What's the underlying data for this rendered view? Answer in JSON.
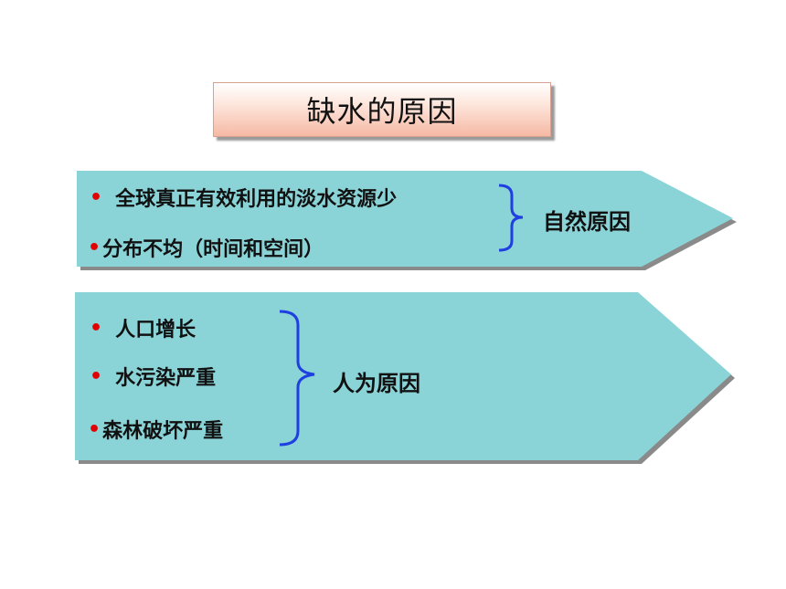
{
  "slide": {
    "title": "缺水的原因",
    "natural_group": {
      "items": [
        {
          "bullet": "•",
          "text": "全球真正有效利用的淡水资源少"
        },
        {
          "bullet": "•",
          "text": "分布不均（时间和空间）"
        }
      ],
      "label": "自然原因"
    },
    "human_group": {
      "items": [
        {
          "bullet": "•",
          "text": "人口增长"
        },
        {
          "bullet": "•",
          "text": "水污染严重"
        },
        {
          "bullet": "•",
          "text": "森林破坏严重"
        }
      ],
      "label": "人为原因"
    },
    "colors": {
      "arrow_fill": "#8ad4d8",
      "arrow_shadow": "#8a8a8a",
      "brace": "#1f3fe0",
      "bullet": "#e00000",
      "title_gradient_bottom": "#f6b9a4"
    }
  }
}
